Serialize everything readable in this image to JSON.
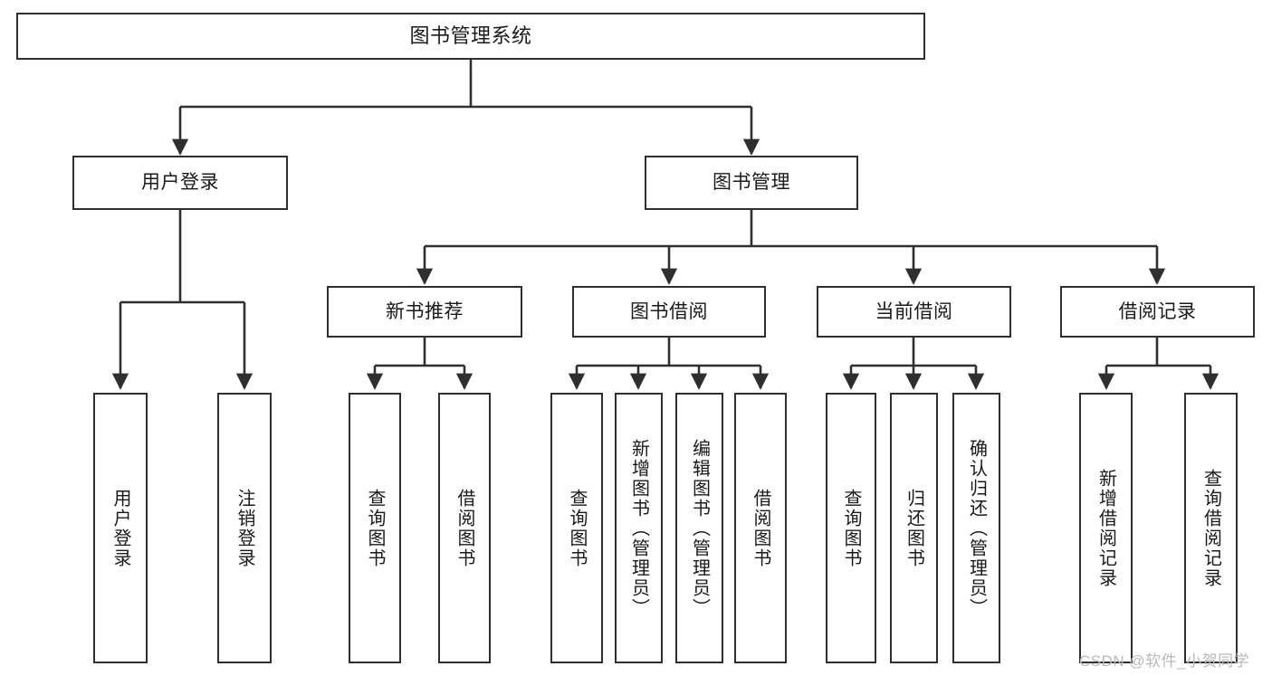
{
  "diagram": {
    "type": "tree-hierarchy",
    "title": "图书管理系统",
    "orientation": "top-down",
    "line_color": "#2f2f2f",
    "box_fill": "#ffffff",
    "text_color": "#1a1a1a",
    "nodes": {
      "root": {
        "label": "图书管理系统"
      },
      "level1": [
        {
          "label": "用户登录"
        },
        {
          "label": "图书管理"
        }
      ],
      "level2": [
        {
          "label": "新书推荐"
        },
        {
          "label": "图书借阅"
        },
        {
          "label": "当前借阅"
        },
        {
          "label": "借阅记录"
        }
      ],
      "leaves_user_login": [
        {
          "label": "用户登录"
        },
        {
          "label": "注销登录"
        }
      ],
      "leaves_new_book": [
        {
          "label": "查询图书"
        },
        {
          "label": "借阅图书"
        }
      ],
      "leaves_borrow": [
        {
          "label": "查询图书"
        },
        {
          "label": "新增图书（管理员）"
        },
        {
          "label": "编辑图书（管理员）"
        },
        {
          "label": "借阅图书"
        }
      ],
      "leaves_current": [
        {
          "label": "查询图书"
        },
        {
          "label": "归还图书"
        },
        {
          "label": "确认归还（管理员）"
        }
      ],
      "leaves_record": [
        {
          "label": "新增借阅记录"
        },
        {
          "label": "查询借阅记录"
        }
      ]
    }
  },
  "watermark": {
    "text": "CSDN @软件_小贺同学"
  }
}
